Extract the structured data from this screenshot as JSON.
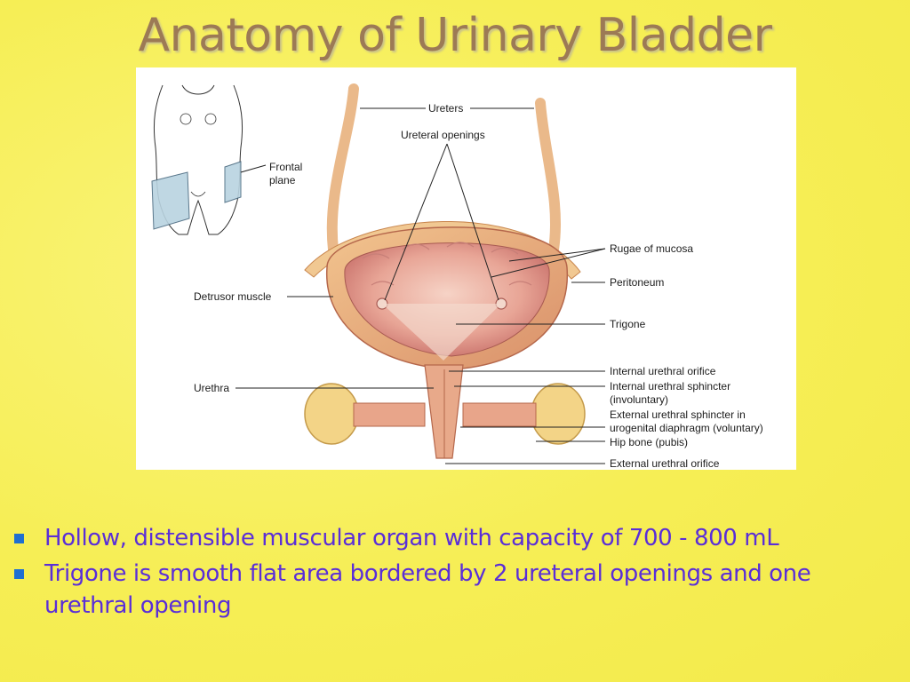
{
  "slide": {
    "title": "Anatomy of Urinary Bladder",
    "colors": {
      "background": "#f7f160",
      "title": "#9c7a55",
      "bullet_text": "#5a2ed8",
      "bullet_marker": "#1f6fd0"
    }
  },
  "figure": {
    "labels": {
      "ureters": "Ureters",
      "ureteral_openings": "Ureteral openings",
      "frontal_plane_1": "Frontal",
      "frontal_plane_2": "plane",
      "rugae": "Rugae of mucosa",
      "peritoneum": "Peritoneum",
      "detrusor": "Detrusor muscle",
      "trigone": "Trigone",
      "internal_orifice": "Internal urethral orifice",
      "urethra": "Urethra",
      "internal_sphincter_1": "Internal urethral sphincter",
      "internal_sphincter_2": "(involuntary)",
      "external_sphincter_1": "External urethral sphincter in",
      "external_sphincter_2": "urogenital diaphragm (voluntary)",
      "hip_bone": "Hip bone (pubis)",
      "external_orifice": "External urethral orifice"
    }
  },
  "bullets": [
    {
      "text": "Hollow, distensible muscular organ with capacity of 700 - 800 mL"
    },
    {
      "text": "Trigone is smooth flat area bordered by 2 ureteral openings and one urethral opening"
    }
  ]
}
